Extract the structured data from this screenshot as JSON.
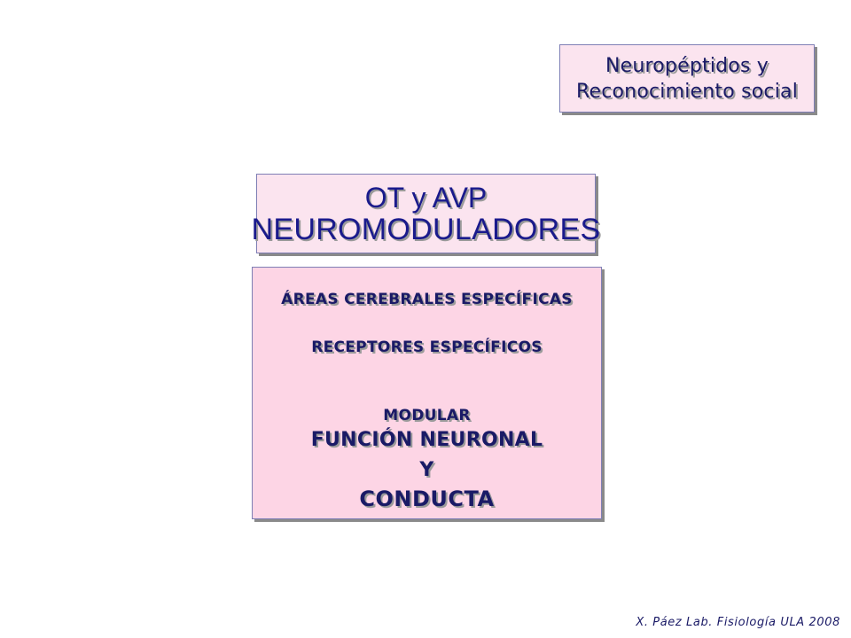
{
  "title_box": {
    "line1": "Neuropéptidos y",
    "line2": "Reconocimiento social"
  },
  "header_box": {
    "line1": "OT y AVP",
    "line2": "NEUROMODULADORES"
  },
  "main_box": {
    "areas": "ÁREAS CEREBRALES ESPECÍFICAS",
    "receptores": "RECEPTORES ESPECÍFICOS",
    "modular": "MODULAR",
    "funcion": "FUNCIÓN NEURONAL",
    "y": "Y",
    "conducta": "CONDUCTA"
  },
  "footer": {
    "credit": "X. Páez  Lab. Fisiología ULA 2008"
  },
  "colors": {
    "box_fill_light": "#fbe4ef",
    "box_fill_main": "#fdd5e5",
    "box_border": "#7f7fb5",
    "text_navy": "#1a1a66"
  }
}
